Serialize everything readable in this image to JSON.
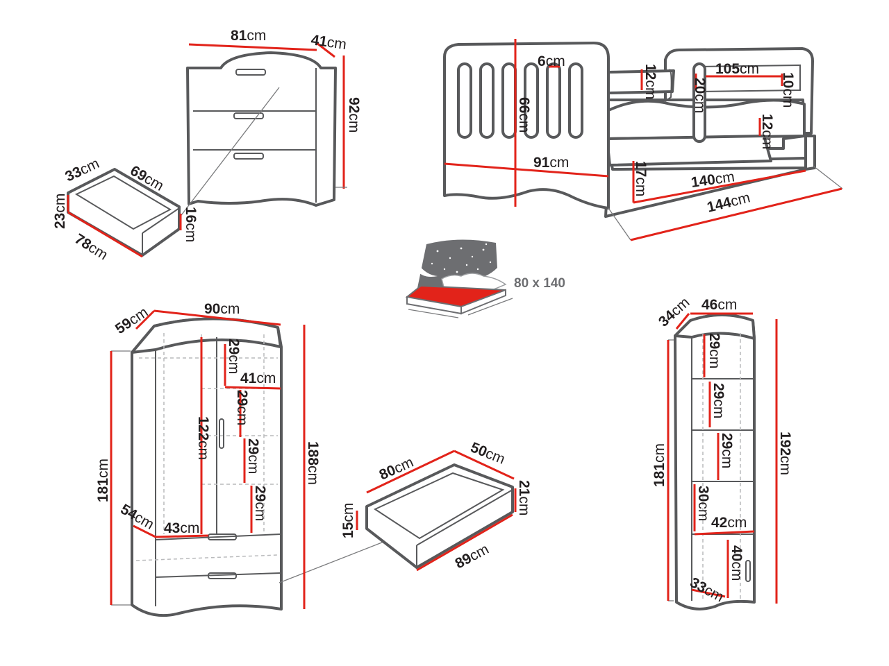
{
  "colors": {
    "outline": "#58595b",
    "dimension": "#e2231a",
    "text": "#231f20",
    "mattress": "#e2231a",
    "night_sky": "#6d6e71"
  },
  "dresser": {
    "width": "81",
    "depth": "41",
    "height": "92",
    "drawer_depth": "33",
    "drawer_width": "69",
    "drawer_height_outer": "23",
    "drawer_length": "78",
    "drawer_height_inner": "16"
  },
  "bed": {
    "rail_gap": "6",
    "headboard_height": "66",
    "rail_height": "12",
    "side_height": "20",
    "guard_length": "105",
    "guard_height": "10",
    "panel_height": "12",
    "footboard_width": "91",
    "drawer_height": "17",
    "drawer_length": "140",
    "total_length": "144"
  },
  "mattress": {
    "size_label": "80 x 140",
    "icon": "mattress-night-icon"
  },
  "wardrobe": {
    "depth_top": "59",
    "width": "90",
    "shelf_gap_1": "29",
    "shelf_width": "41",
    "shelf_gap_2": "29",
    "hanging_height": "122",
    "shelf_gap_3": "29",
    "shelf_gap_4": "29",
    "height_inner": "181",
    "height_total": "188",
    "inner_depth": "54",
    "inner_width": "43"
  },
  "wardrobe_drawer": {
    "width": "80",
    "depth": "50",
    "height_back": "21",
    "height_front": "15",
    "length": "89"
  },
  "bookcase": {
    "depth": "34",
    "width": "46",
    "shelf_gap_1": "29",
    "shelf_gap_2": "29",
    "shelf_gap_3": "29",
    "shelf_gap_4": "30",
    "shelf_width": "42",
    "cabinet_height": "40",
    "cabinet_depth": "33",
    "height_inner": "181",
    "height_total": "192"
  },
  "unit": "cm"
}
